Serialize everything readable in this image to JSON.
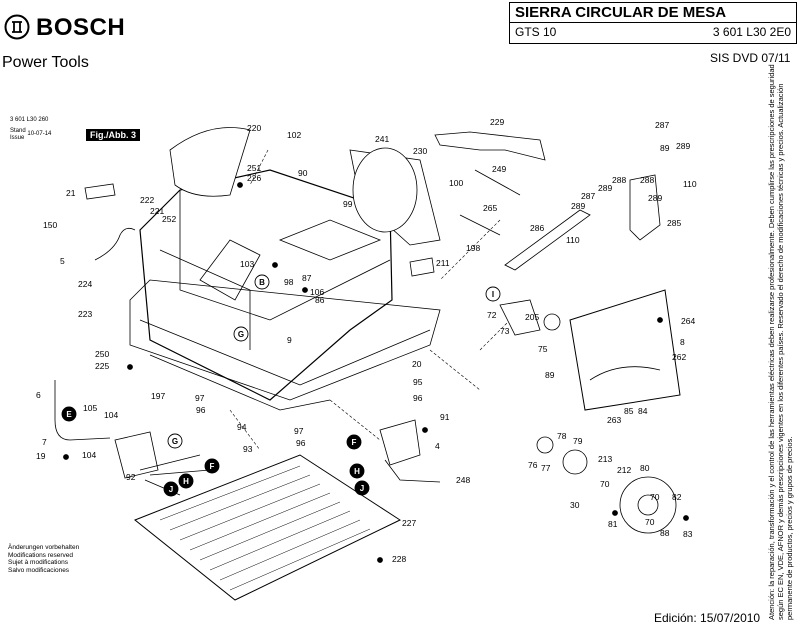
{
  "header": {
    "brand": "BOSCH",
    "subbrand": "Power Tools",
    "title": "SIERRA CIRCULAR DE MESA",
    "model": "GTS 10",
    "code": "3 601 L30 2E0",
    "sis": "SIS DVD 07/11"
  },
  "doc": {
    "id": "3 601 L30 260",
    "stand_label": "Stand\nIssue",
    "stand_date": "10-07-14",
    "fig_label": "Fig./Abb. 3"
  },
  "notes": [
    "Änderungen vorbehalten",
    "Modifications reserved",
    "Sujet à modifications",
    "Salvo modificaciones"
  ],
  "edition": "Edición: 15/07/2010",
  "vertical_text": "Atención: la reparación, transformación y el control de las herramientas eléctricas deben realizarse profesionalmente. Deben cumplirse las prescripciones de seguridad según EC EN, VDE, AFNOR y demás prescripciones vigentes en los diferentes países. Reservado el derecho de modificaciones técnicas y precios. Actualización permanente de productos, precios y grupos de precios.",
  "part_numbers": [
    "220",
    "102",
    "241",
    "230",
    "229",
    "249",
    "100",
    "265",
    "286",
    "198",
    "251",
    "226",
    "222",
    "221",
    "252",
    "90",
    "99",
    "21",
    "150",
    "5",
    "103",
    "98",
    "87",
    "106",
    "86",
    "211",
    "224",
    "223",
    "250",
    "225",
    "9",
    "20",
    "95",
    "197",
    "97",
    "96",
    "94",
    "93",
    "91",
    "4",
    "248",
    "227",
    "228",
    "105",
    "104",
    "7",
    "19",
    "6",
    "92",
    "72",
    "205",
    "73",
    "75",
    "89",
    "264",
    "262",
    "8",
    "263",
    "85",
    "84",
    "287",
    "289",
    "288",
    "110",
    "285",
    "76",
    "78",
    "77",
    "79",
    "213",
    "212",
    "80",
    "70",
    "82",
    "30",
    "81",
    "88",
    "83"
  ],
  "callout_letters": [
    "I",
    "B",
    "G",
    "E",
    "F",
    "H",
    "J"
  ]
}
